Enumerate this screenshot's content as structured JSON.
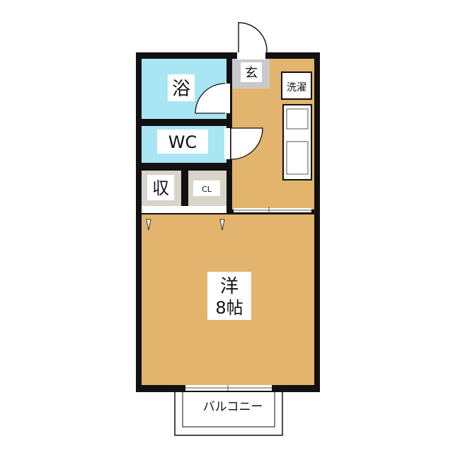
{
  "rooms": {
    "bath": "浴",
    "wc": "WC",
    "storage": "収",
    "closet": "CL",
    "entrance": "玄",
    "washer": "洗濯",
    "western_room": "洋",
    "western_room_size": "8帖",
    "balcony": "バルコニー"
  },
  "colors": {
    "wall": "#111111",
    "floor": "#e2b46d",
    "water_area": "#a9e6f4",
    "storage_floor": "#d9d4c9",
    "entrance_floor": "#c9c9c9"
  }
}
